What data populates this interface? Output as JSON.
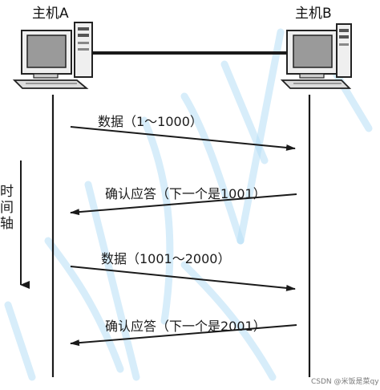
{
  "hosts": {
    "a": {
      "label": "主机A"
    },
    "b": {
      "label": "主机B"
    }
  },
  "time_axis": {
    "label_chars": [
      "时",
      "间",
      "轴"
    ]
  },
  "messages": [
    {
      "label": "数据（1～1000）",
      "direction": "a-to-b"
    },
    {
      "label": "确认应答（下一个是1001）",
      "direction": "b-to-a"
    },
    {
      "label": "数据（1001～2000）",
      "direction": "a-to-b"
    },
    {
      "label": "确认应答（下一个是2001）",
      "direction": "b-to-a"
    }
  ],
  "footer": {
    "credit": "CSDN @米饭是菜qy"
  },
  "colors": {
    "line": "#1a1a1a",
    "watermark": "#b7dff5",
    "computer_body": "#efefef",
    "computer_edge": "#222222"
  }
}
